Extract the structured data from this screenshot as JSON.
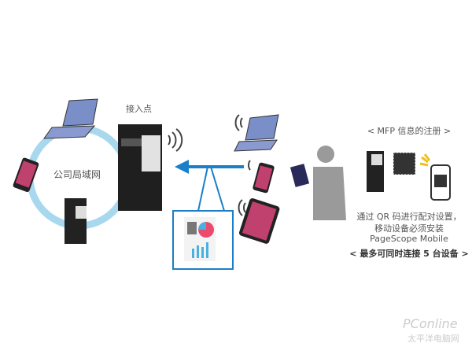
{
  "labels": {
    "access_point": "接入点",
    "lan": "公司局域网"
  },
  "panel": {
    "title": "< MFP 信息的注册 >",
    "line1": "通过 QR 码进行配对设置，",
    "line2": "移动设备必须安装",
    "line3": "PageScope Mobile",
    "footer": "< 最多可同时连接 5 台设备 >"
  },
  "watermark": {
    "brand": "PConline",
    "sub": "太平洋电脑网"
  },
  "colors": {
    "ring": "#a8d8ee",
    "arrow": "#1a7fc8",
    "device_body": "#222222"
  }
}
